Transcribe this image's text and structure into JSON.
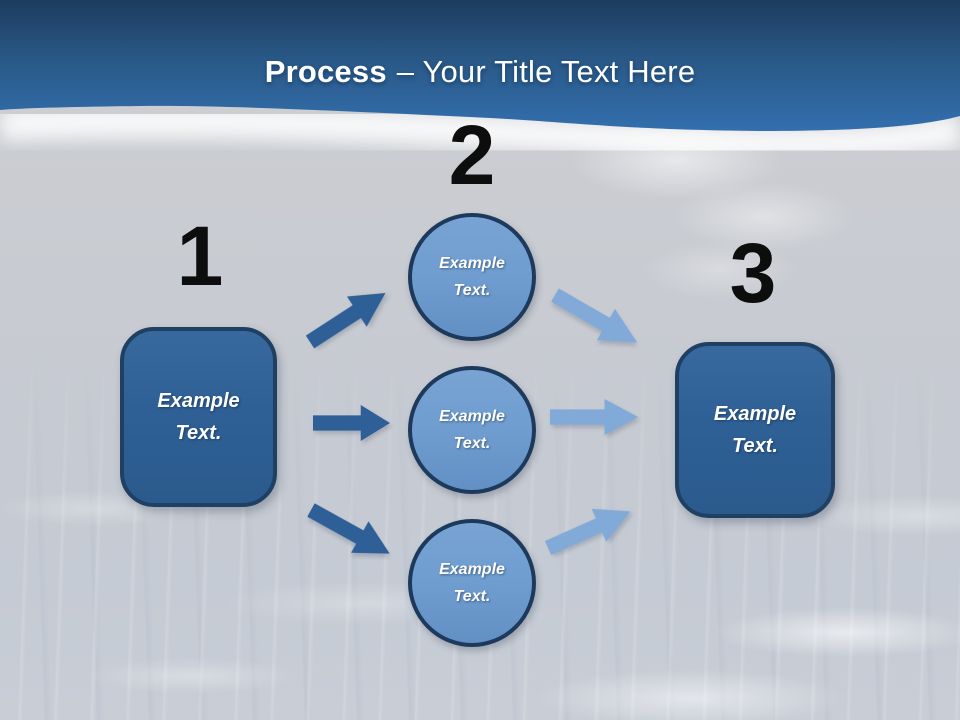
{
  "title": {
    "bold": "Process",
    "rest": "– Your Title Text Here"
  },
  "diagram": {
    "step1": {
      "number": "1",
      "box_label": "Example Text."
    },
    "step2": {
      "number": "2",
      "circle_labels": [
        "Example Text.",
        "Example Text.",
        "Example Text."
      ]
    },
    "step3": {
      "number": "3",
      "box_label": "Example Text."
    }
  },
  "icons": {
    "arrow_left_top": "block-arrow-up-right",
    "arrow_left_mid": "block-arrow-right",
    "arrow_left_bottom": "block-arrow-down-right",
    "arrow_right_top": "block-arrow-down-right",
    "arrow_right_mid": "block-arrow-right",
    "arrow_right_bottom": "block-arrow-up-right"
  },
  "colors": {
    "header_gradient_top": "#1c3c5e",
    "header_gradient_bottom": "#336fae",
    "title_text": "#ffffff",
    "box_fill": "#2e6096",
    "box_border": "#1f3f63",
    "circle_fill": "#6f9dd0",
    "circle_border": "#1d3a5c",
    "arrow_dark": "#2e5f96",
    "arrow_light": "#82aad9",
    "number_text": "#0d0d0d",
    "background_sky": "#cbcdd2",
    "background_water": "#c5cbd4"
  }
}
